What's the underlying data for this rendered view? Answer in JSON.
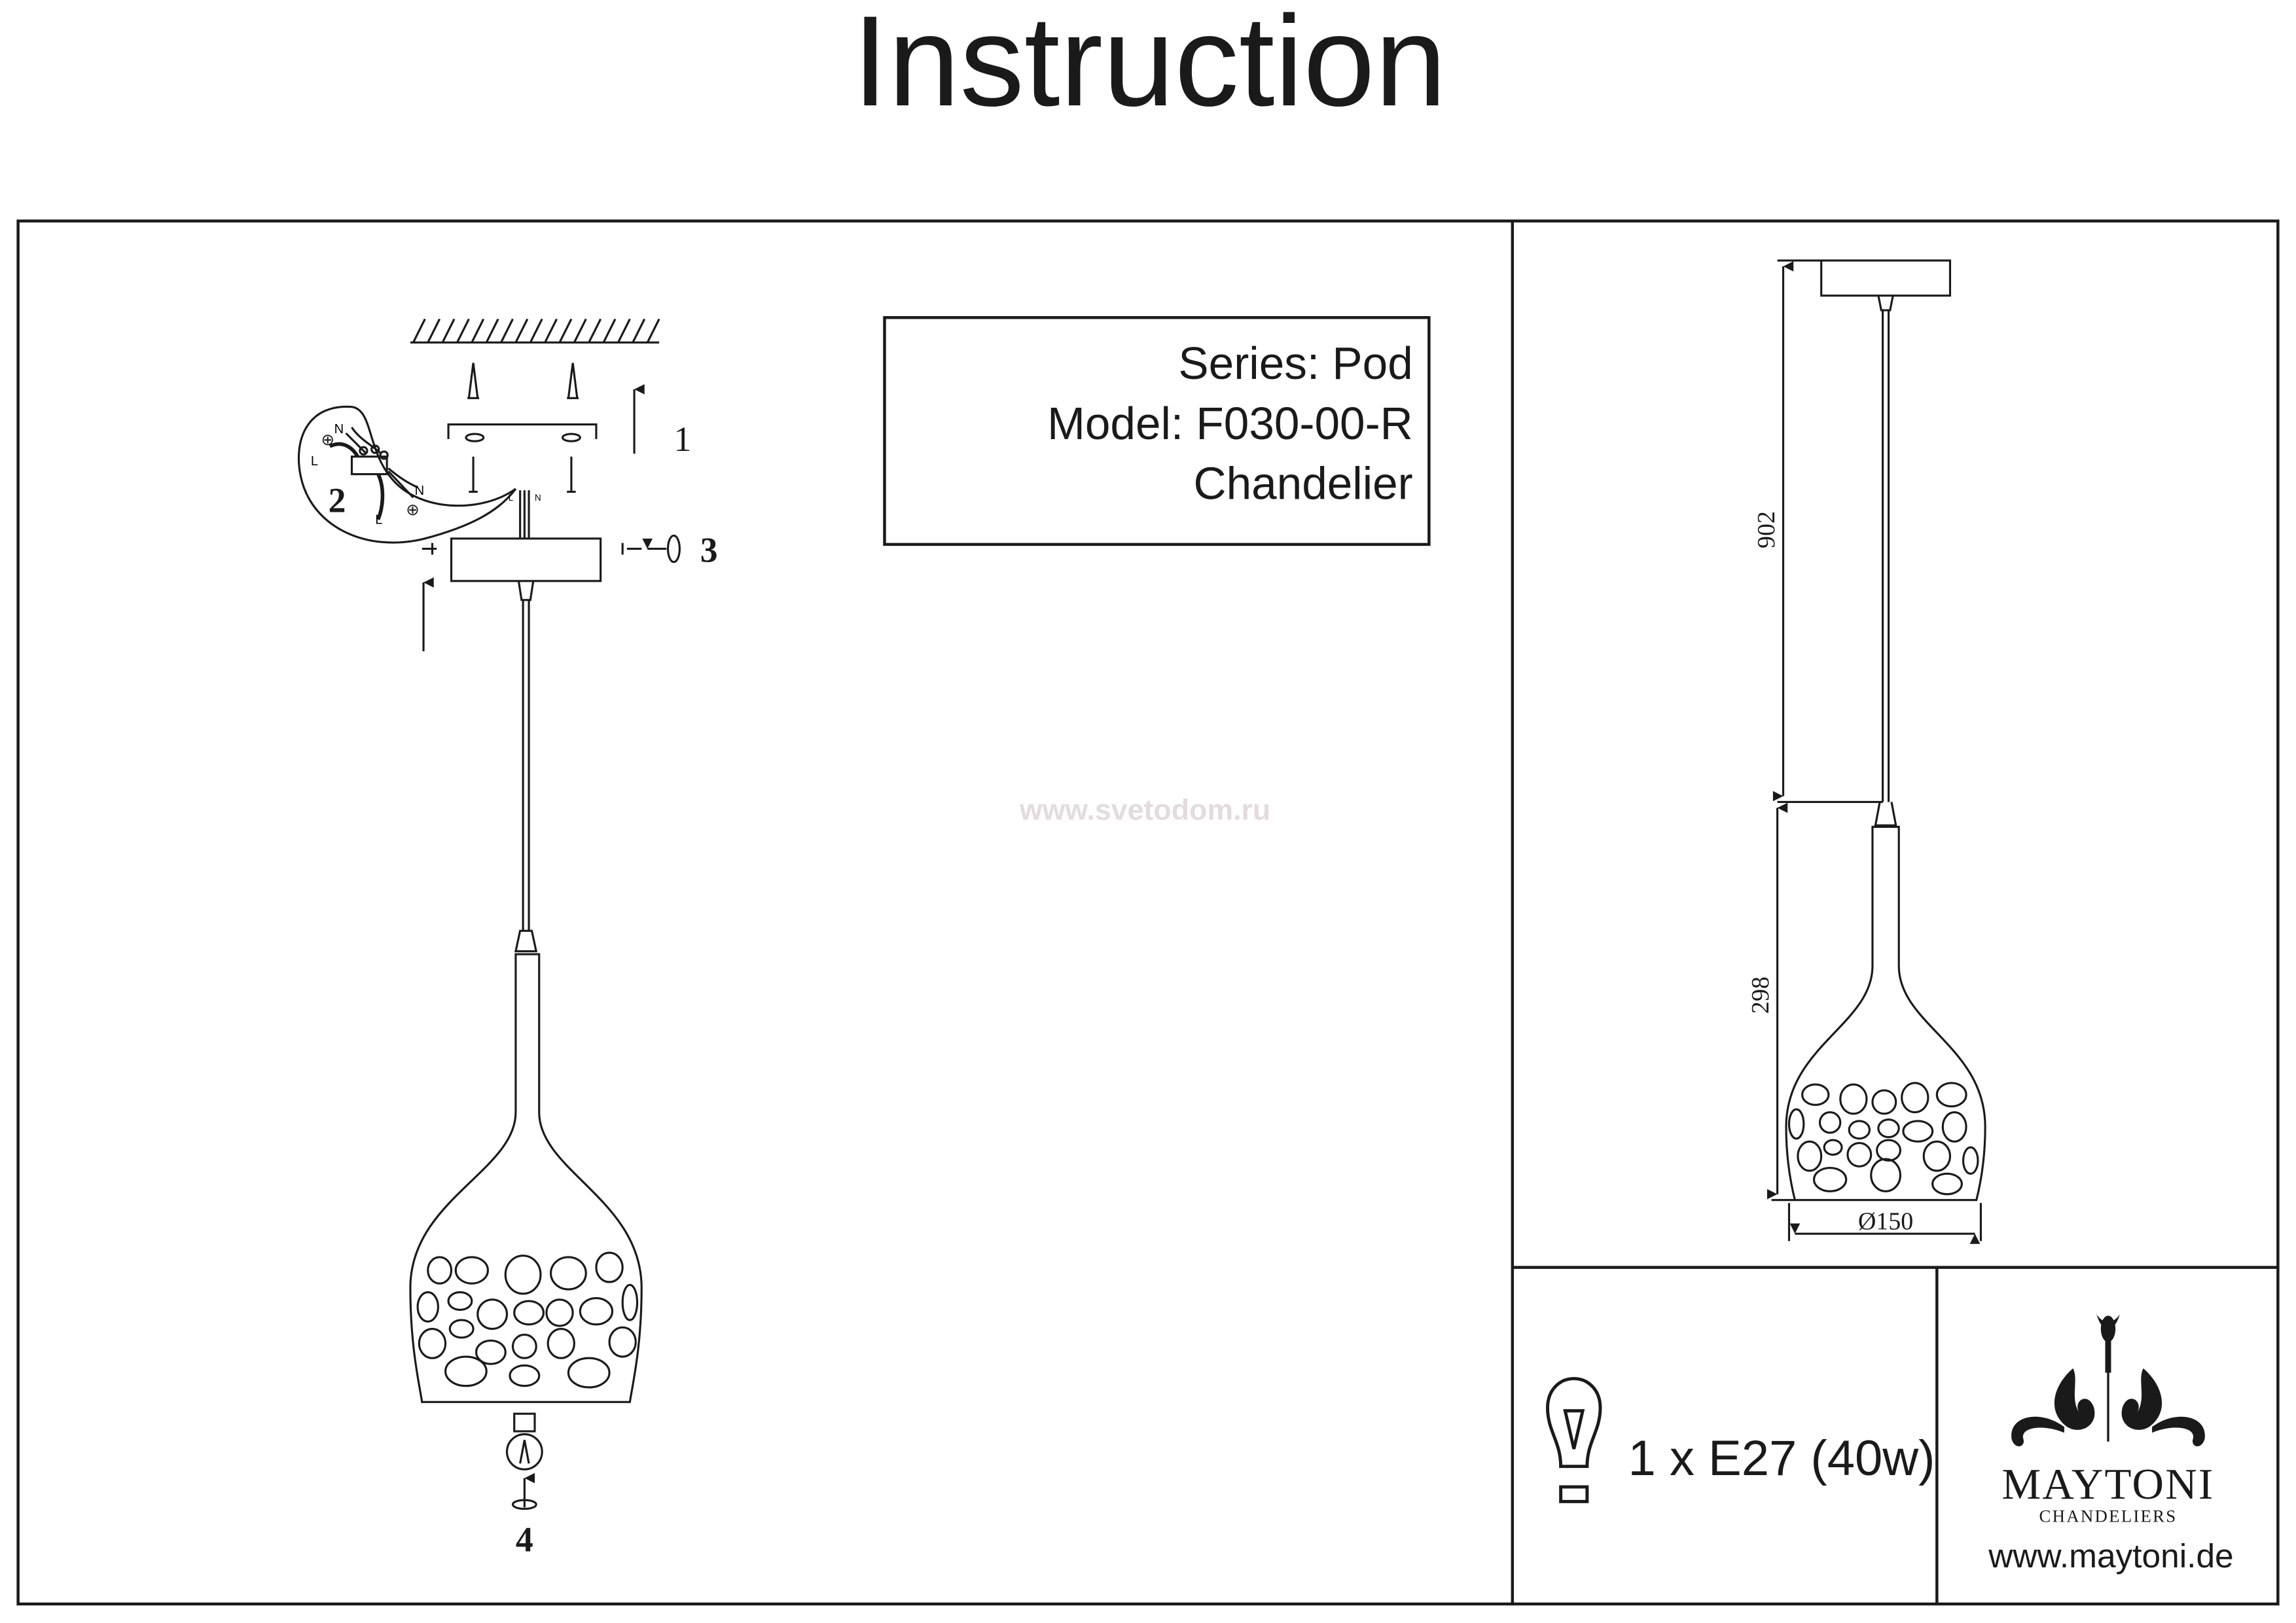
{
  "title": "Instruction",
  "info_box": {
    "series": "Series: Pod",
    "model": "Model: F030-00-R",
    "type": "Chandelier"
  },
  "watermark": "www.svetodom.ru",
  "assembly": {
    "steps": [
      "1",
      "2",
      "3",
      "4"
    ],
    "wire_labels": {
      "live": "L",
      "neutral": "N"
    }
  },
  "dimensions": {
    "cord_length": "902",
    "shade_height": "298",
    "diameter": "Ø150"
  },
  "bulb": {
    "icon": "light-bulb-icon",
    "spec": "1 x E27 (40w)"
  },
  "brand": {
    "name": "MAYTONI",
    "tagline": "CHANDELIERS",
    "website": "www.maytoni.de"
  }
}
